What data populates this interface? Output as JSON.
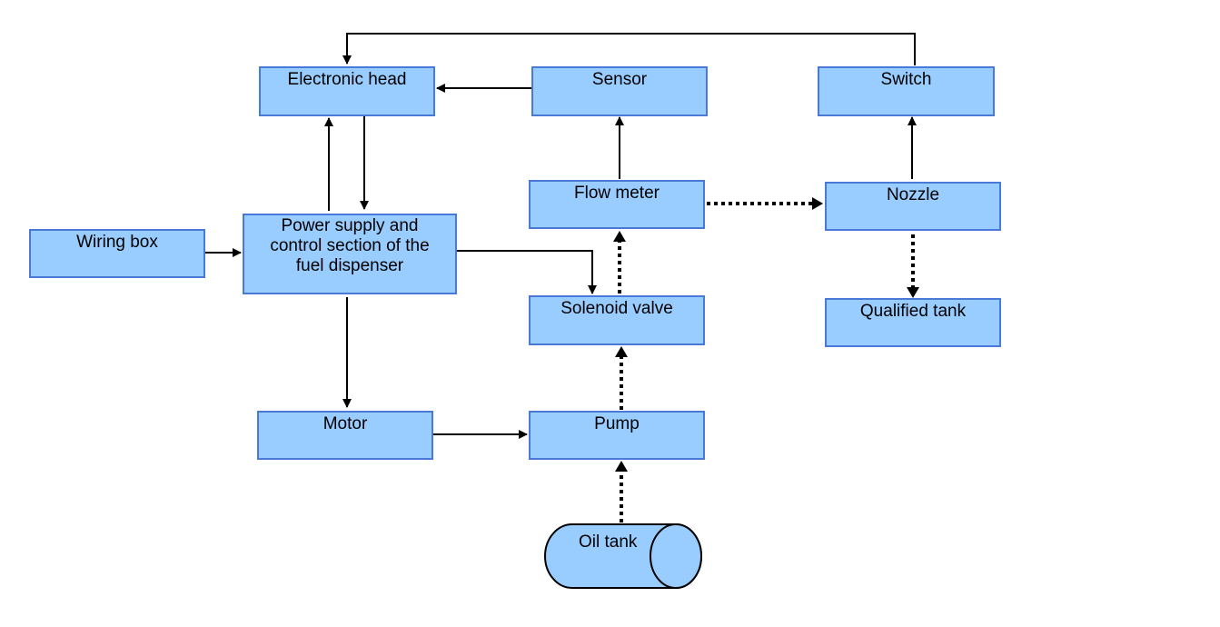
{
  "diagram": {
    "nodes": {
      "electronic_head": "Electronic head",
      "sensor": "Sensor",
      "switch": "Switch",
      "flow_meter": "Flow meter",
      "nozzle": "Nozzle",
      "wiring_box": "Wiring box",
      "power_supply_line1": "Power supply and",
      "power_supply_line2": "control section of the",
      "power_supply_line3": "fuel dispenser",
      "solenoid_valve": "Solenoid valve",
      "qualified_tank": "Qualified tank",
      "motor": "Motor",
      "pump": "Pump",
      "oil_tank": "Oil tank"
    },
    "colors": {
      "box_fill": "#99ccff",
      "box_border": "#4a7ad9",
      "line": "#000000"
    }
  }
}
